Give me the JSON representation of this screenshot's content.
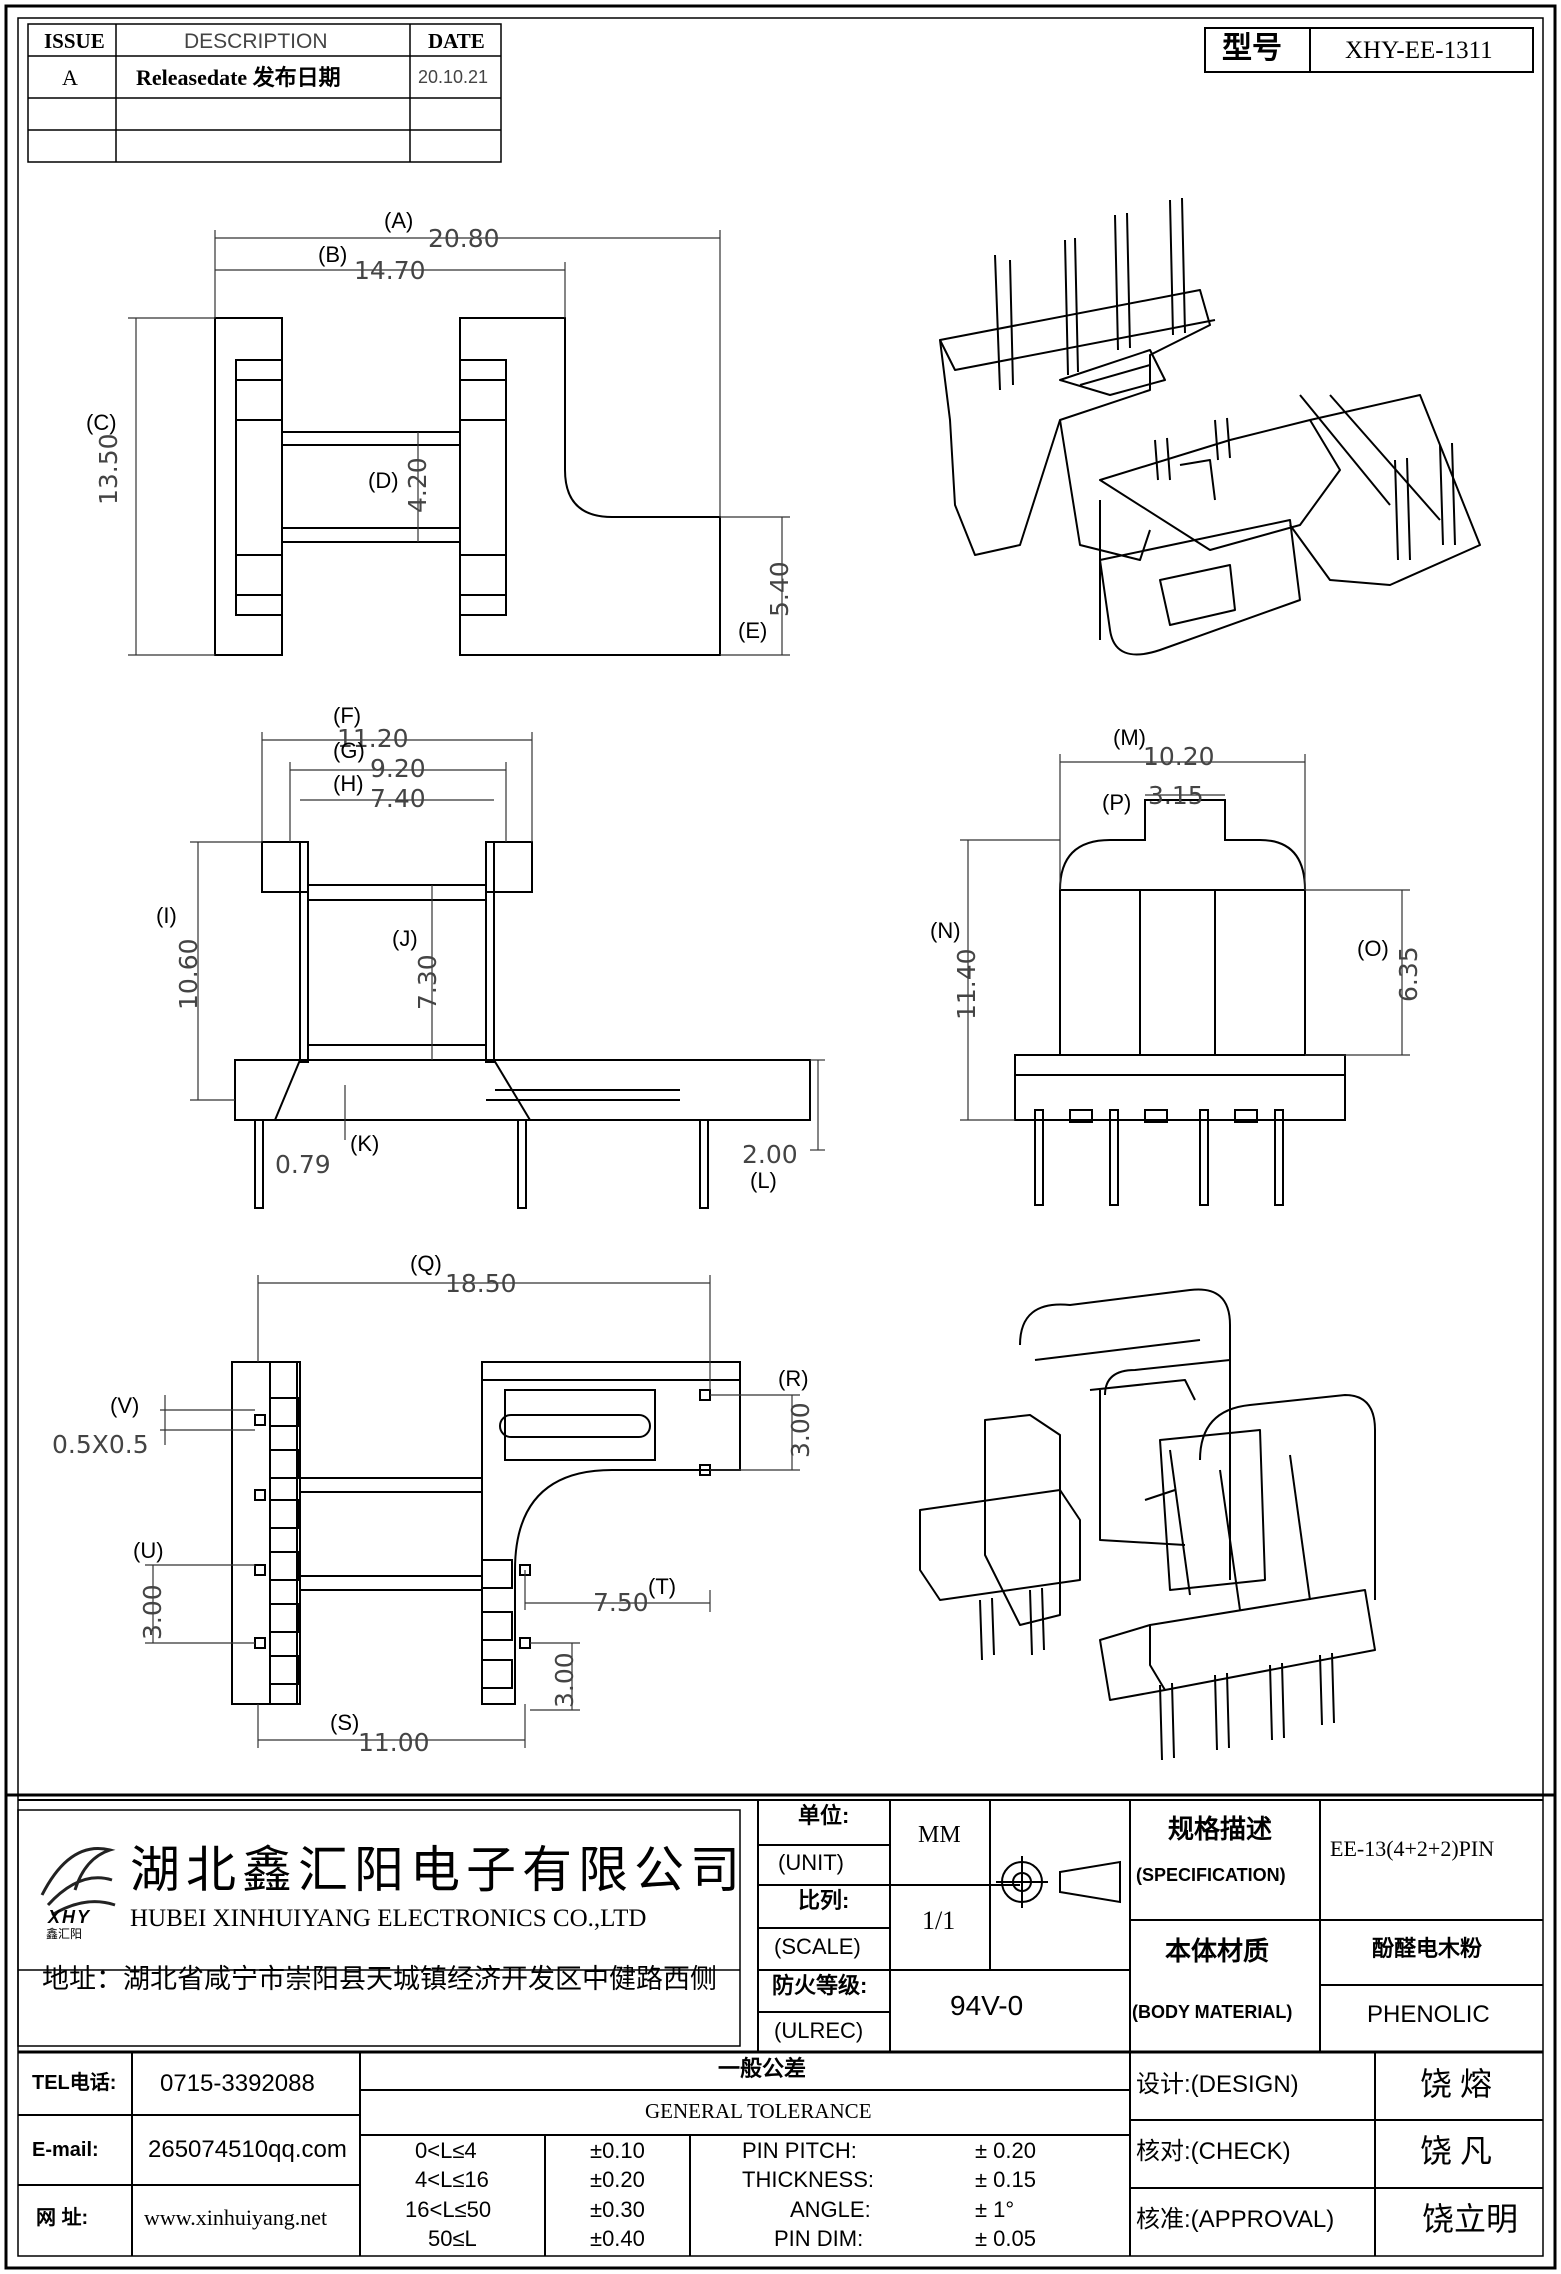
{
  "revision_table": {
    "headers": {
      "issue": "ISSUE",
      "description": "DESCRIPTION",
      "date": "DATE"
    },
    "rows": [
      {
        "issue": "A",
        "description": "Releasedate 发布日期",
        "date": "20.10.21"
      }
    ]
  },
  "model": {
    "label": "型号",
    "value": "XHY-EE-1311"
  },
  "dimensions": {
    "A": {
      "tag": "(A)",
      "value": "20.80"
    },
    "B": {
      "tag": "(B)",
      "value": "14.70"
    },
    "C": {
      "tag": "(C)",
      "value": "13.50"
    },
    "D": {
      "tag": "(D)",
      "value": "4.20"
    },
    "E": {
      "tag": "(E)",
      "value": "5.40"
    },
    "F": {
      "tag": "(F)",
      "value": "11.20"
    },
    "G": {
      "tag": "(G)",
      "value": "9.20"
    },
    "H": {
      "tag": "(H)",
      "value": "7.40"
    },
    "I": {
      "tag": "(I)",
      "value": "10.60"
    },
    "J": {
      "tag": "(J)",
      "value": "7.30"
    },
    "K": {
      "tag": "(K)",
      "value": "0.79"
    },
    "L": {
      "tag": "(L)",
      "value": "2.00"
    },
    "M": {
      "tag": "(M)",
      "value": "10.20"
    },
    "P": {
      "tag": "(P)",
      "value": "3.15"
    },
    "N": {
      "tag": "(N)",
      "value": "11.40"
    },
    "O": {
      "tag": "(O)",
      "value": "6.35"
    },
    "Q": {
      "tag": "(Q)",
      "value": "18.50"
    },
    "R": {
      "tag": "(R)",
      "value": "3.00"
    },
    "V": {
      "tag": "(V)",
      "value": "0.5X0.5"
    },
    "U": {
      "tag": "(U)",
      "value": "3.00"
    },
    "T": {
      "tag": "(T)",
      "value": "7.50"
    },
    "S": {
      "tag": "(S)",
      "value": "11.00"
    },
    "T2": {
      "value": "3.00"
    }
  },
  "company": {
    "name_cn": "湖北鑫汇阳电子有限公司",
    "name_en": "HUBEI XINHUIYANG ELECTRONICS CO.,LTD",
    "address": "地址：湖北省咸宁市崇阳县天城镇经济开发区中健路西侧",
    "logo_text": "XHY",
    "logo_sub": "鑫汇阳"
  },
  "title_block": {
    "unit_cn": "单位:",
    "unit_en": "(UNIT)",
    "unit_value": "MM",
    "scale_cn": "比列:",
    "scale_en": "(SCALE)",
    "scale_value": "1/1",
    "ulrec_cn": "防火等级:",
    "ulrec_en": "(ULREC)",
    "ulrec_value": "94V-0",
    "spec_cn": "规格描述",
    "spec_en": "(SPECIFICATION)",
    "spec_value": "EE-13(4+2+2)PIN",
    "material_cn": "本体材质",
    "material_en": "(BODY MATERIAL)",
    "material_value_cn": "酚醛电木粉",
    "material_value_en": "PHENOLIC"
  },
  "contact": {
    "tel_label": "TEL电话:",
    "tel": "0715-3392088",
    "email_label": "E-mail:",
    "email": "265074510qq.com",
    "web_label": "网   址:",
    "web": "www.xinhuiyang.net"
  },
  "tolerance": {
    "title_cn": "一般公差",
    "title_en": "GENERAL TOLERANCE",
    "ranges": [
      {
        "range": "0<L≤4",
        "tol": "±0.10"
      },
      {
        "range": "4<L≤16",
        "tol": "±0.20"
      },
      {
        "range": "16<L≤50",
        "tol": "±0.30"
      },
      {
        "range": "50≤L",
        "tol": "±0.40"
      }
    ],
    "other": [
      {
        "label": "PIN PITCH:",
        "value": "±  0.20"
      },
      {
        "label": "THICKNESS:",
        "value": "±  0.15"
      },
      {
        "label": "ANGLE:",
        "value": "±  1°"
      },
      {
        "label": "PIN DIM:",
        "value": "±  0.05"
      }
    ]
  },
  "signoff": {
    "design_label": "设计:(DESIGN)",
    "design_name": "饶  熔",
    "check_label": "核对:(CHECK)",
    "check_name": "饶  凡",
    "approval_label": "核准:(APPROVAL)",
    "approval_name": "饶立明"
  }
}
